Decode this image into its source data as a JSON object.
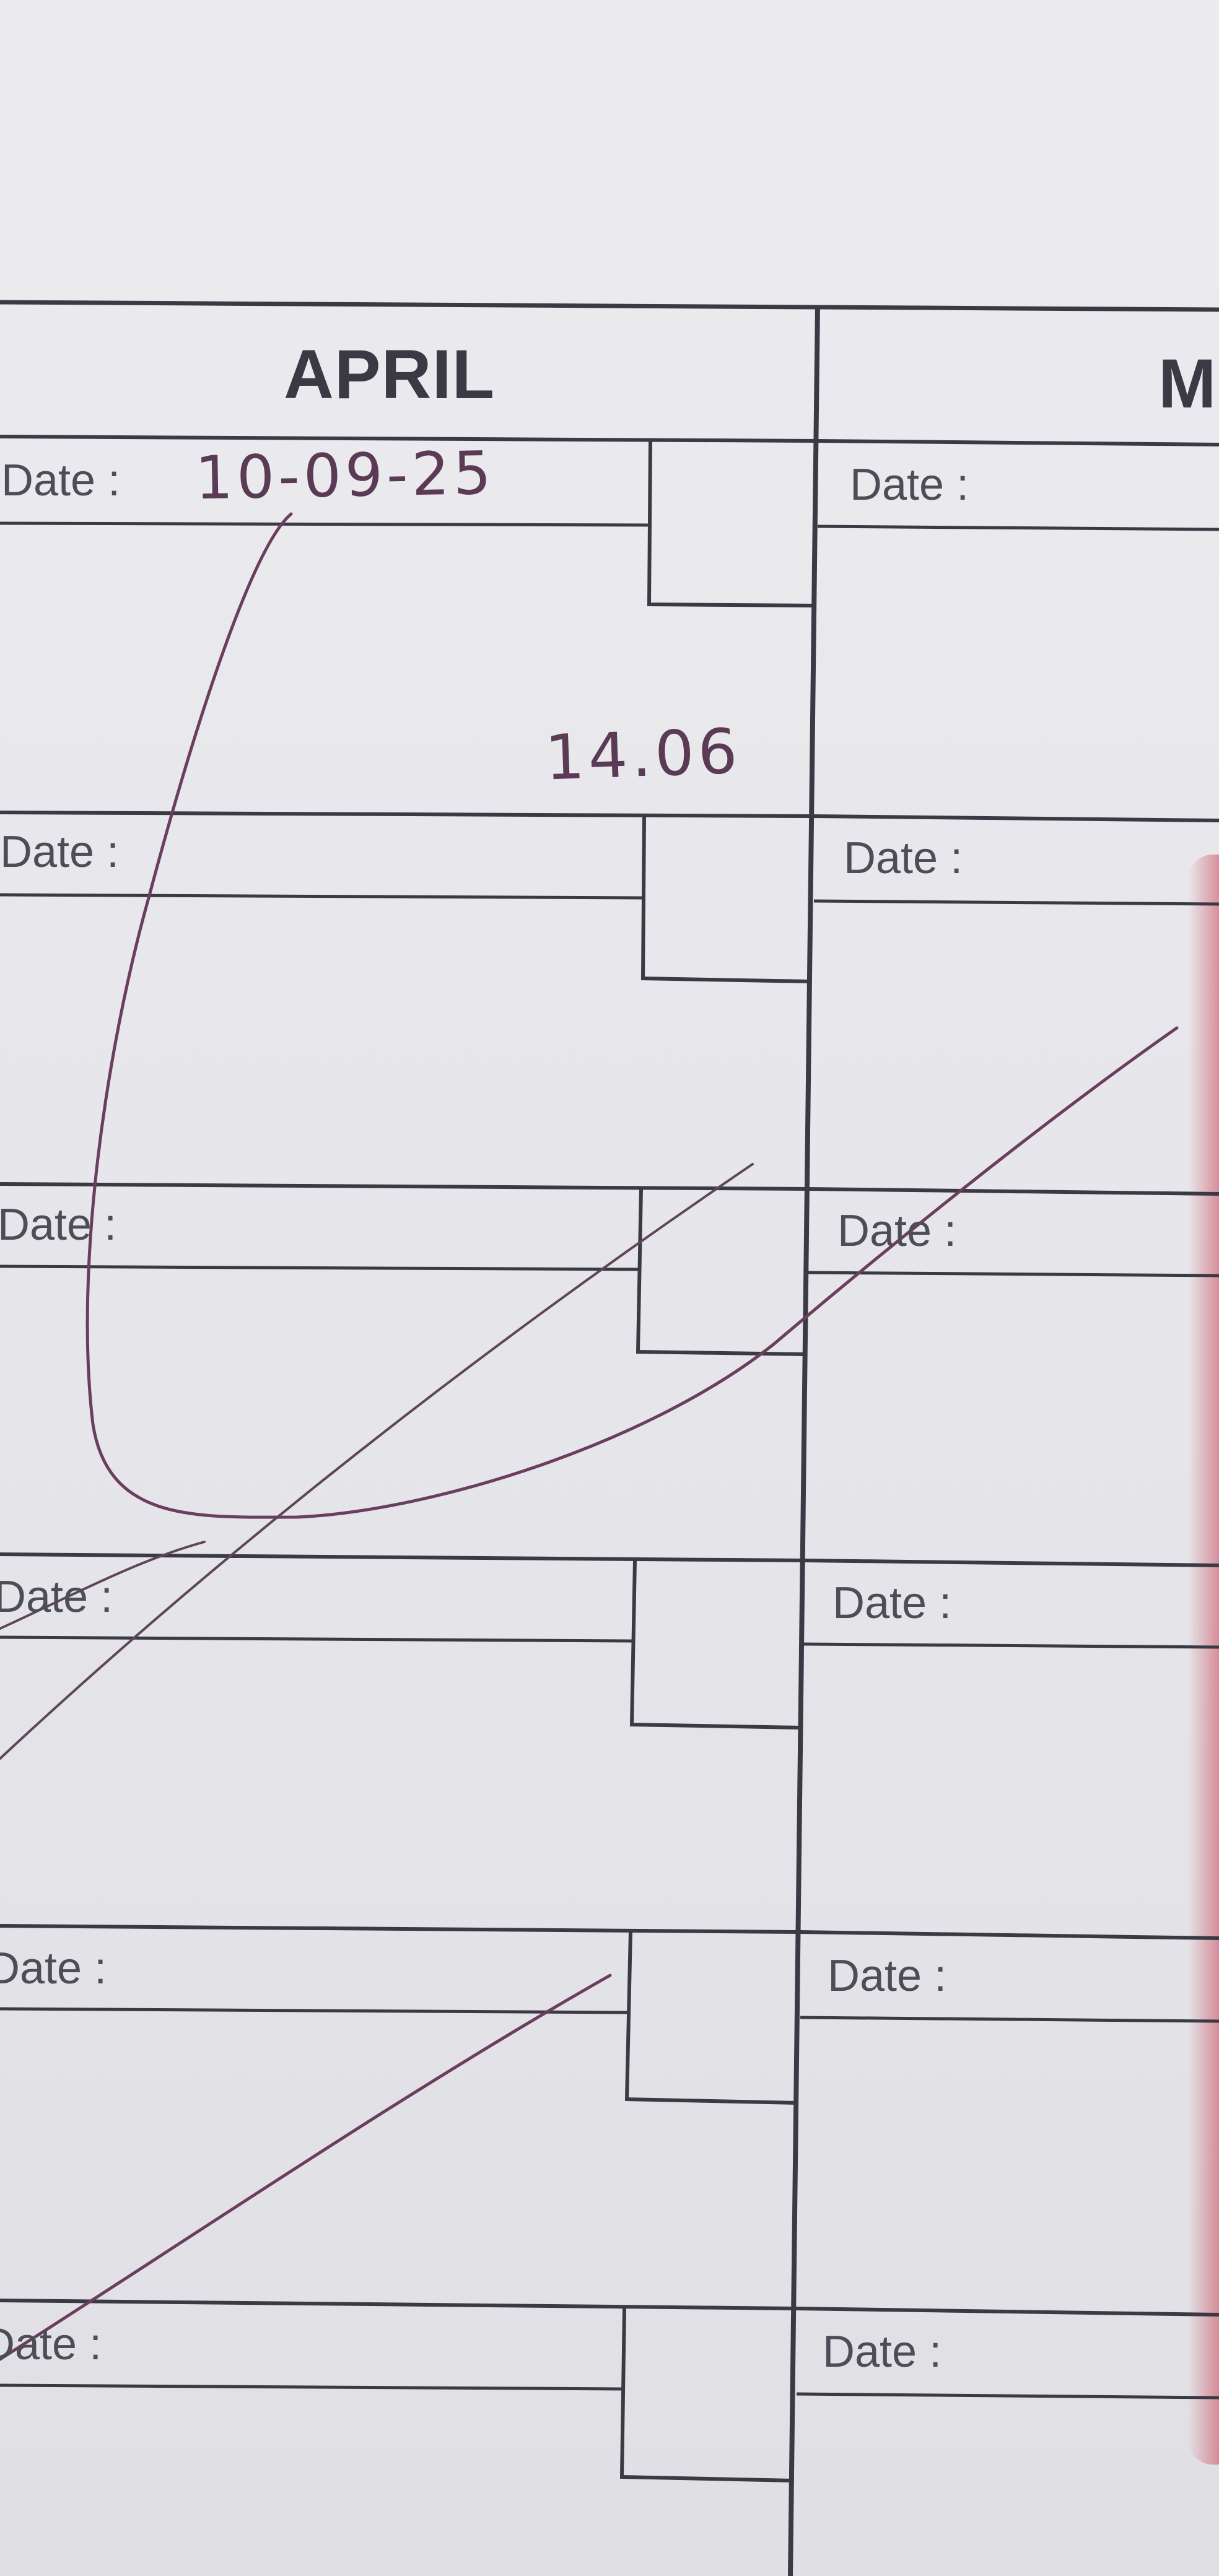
{
  "form": {
    "left_month": "APRIL",
    "right_month_partial": "M",
    "date_label": "Date :"
  },
  "left_column": {
    "rows": [
      {
        "label": "Date :",
        "handwritten_date": "10-09-25",
        "handwritten_note": "14.06"
      },
      {
        "label": "Date :"
      },
      {
        "label": "Date :"
      },
      {
        "label": "Date :"
      },
      {
        "label": "Date :"
      },
      {
        "label": "Date :"
      }
    ]
  },
  "right_column": {
    "rows": [
      {
        "label": "Date :"
      },
      {
        "label": "Date :"
      },
      {
        "label": "Date :"
      },
      {
        "label": "Date :"
      },
      {
        "label": "Date :"
      },
      {
        "label": "Date :"
      }
    ]
  },
  "colors": {
    "ink_lines": "#3a3a44",
    "pen_strokes": "#6b3d5e",
    "paper": "#e9e9ec"
  }
}
